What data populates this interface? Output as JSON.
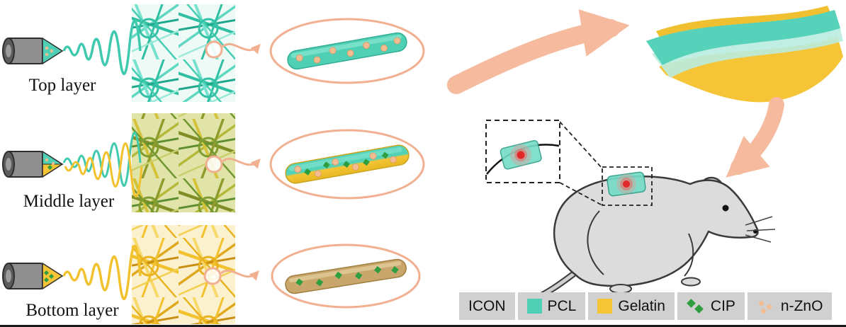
{
  "labels": {
    "top_layer": "Top layer",
    "middle_layer": "Middle layer",
    "bottom_layer": "Bottom layer"
  },
  "legend": {
    "icon_label": "ICON",
    "items": [
      {
        "label": "PCL",
        "color": "#4fd0b5",
        "swatch": "square"
      },
      {
        "label": "Gelatin",
        "color": "#f5c437",
        "swatch": "square"
      },
      {
        "label": "CIP",
        "color": "#2f9e41",
        "swatch": "diamonds"
      },
      {
        "label": "n-ZnO",
        "color": "#f2bd92",
        "swatch": "dots"
      }
    ]
  },
  "colors": {
    "pcl_teal": "#4fd0b5",
    "gelatin_yellow": "#f5c437",
    "cip_green": "#2f9e41",
    "zno_orange": "#f2bd92",
    "arrow_peach": "#f6bb9e",
    "outline_peach": "#f2b092",
    "mouse_gray": "#dcdcdc",
    "legend_bg": "#d0d0d0",
    "wound_red": "#e02828",
    "bottom_fiber_tan": "#c9a66b"
  }
}
